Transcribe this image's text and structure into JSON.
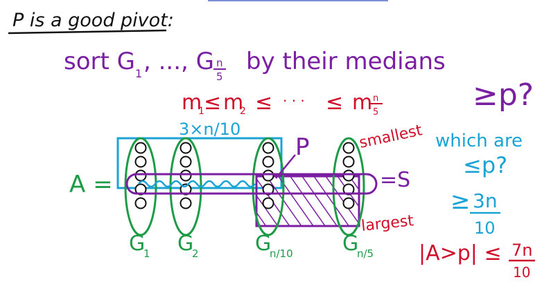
{
  "heading": "P is a good pivot:",
  "sort_line": {
    "prefix": "sort G",
    "sub1": "1",
    "middle": ", ..., G",
    "sub_num": "n",
    "sub_den": "5",
    "suffix": "by their medians"
  },
  "median_chain": {
    "text": "m",
    "sub1": "1",
    "sub2": "2",
    "leq": "≤",
    "dots": "· · ·",
    "last_num": "n",
    "last_den": "5"
  },
  "question_geq": "≥p?",
  "count_label": "3×n/10",
  "pivot_label": "P",
  "smallest_label": "smallest",
  "largest_label": "largest",
  "set_label": "=S",
  "array_label": "A =",
  "which_are": "which are",
  "leq_p_question": "≤p?",
  "geq_frac": {
    "prefix": "≥",
    "num": "3n",
    "den": "10"
  },
  "bound": {
    "text": "|A>p| ≤",
    "num": "7n",
    "den": "10"
  },
  "group_labels": [
    {
      "main": "G",
      "sub": "1"
    },
    {
      "main": "G",
      "sub": "2"
    },
    {
      "main": "G",
      "sub": "n/10"
    },
    {
      "main": "G",
      "sub": "n/5"
    }
  ],
  "colors": {
    "black": "#111111",
    "purple": "#7b1fa2",
    "red": "#d0102a",
    "cyan": "#1ba3d6",
    "green": "#1e9b47",
    "circle": "#111111"
  },
  "structure": {
    "groups": 4,
    "circles_per_group": 5,
    "median_row": 3
  }
}
